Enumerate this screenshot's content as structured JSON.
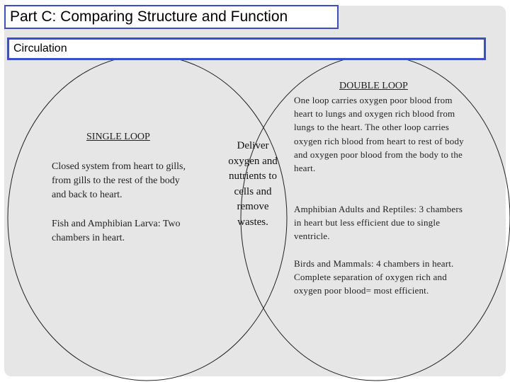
{
  "slide": {
    "title": "Part C:  Comparing Structure and Function",
    "subtitle": "Circulation"
  },
  "left": {
    "heading": "SINGLE LOOP",
    "paragraph1": "Closed system from heart to gills, from gills to the rest of the body and back to heart.",
    "paragraph2": "Fish and Amphibian Larva: Two chambers in heart."
  },
  "center": {
    "text": "Deliver oxygen and nutrients to cells and remove wastes."
  },
  "right": {
    "heading": "DOUBLE LOOP",
    "paragraph1": "One loop carries oxygen poor blood from heart to lungs and oxygen rich blood from lungs to the heart. The other loop carries oxygen rich blood from heart to rest of body and oxygen poor blood from the body to the heart.",
    "paragraph2": "Amphibian Adults and Reptiles: 3 chambers in heart but less efficient due to single ventricle.",
    "paragraph3": "Birds and Mammals: 4 chambers in heart. Complete separation of oxygen rich and oxygen poor blood= most efficient."
  }
}
